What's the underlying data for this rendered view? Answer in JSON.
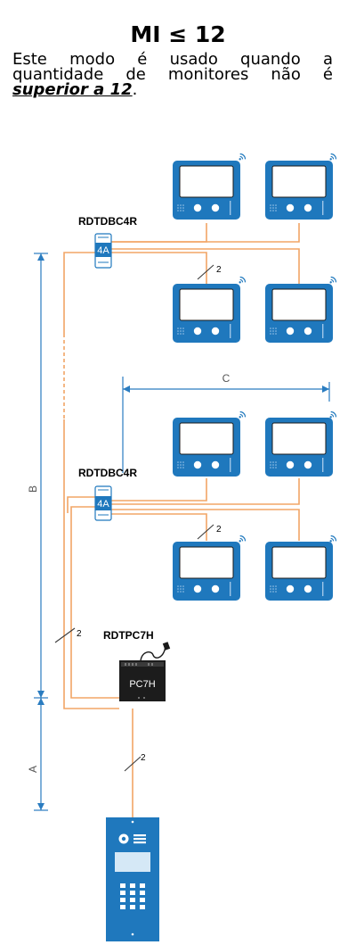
{
  "heading": "MI ≤ 12",
  "intro": {
    "text": "Este modo é usado quando a quantidade de monitores não é ",
    "emphasis": "superior a 12",
    "end": "."
  },
  "labels": {
    "distributor_top": "RDTDBC4R",
    "distributor_bottom": "RDTDBC4R",
    "distributor_badge": "4A",
    "power_supply": "RDTPC7H",
    "power_supply_badge": "PC7H",
    "wire_count": "2",
    "dim_a": "A",
    "dim_b": "B",
    "dim_c": "C"
  },
  "colors": {
    "wire": "#f2a566",
    "device_blue": "#1f78bd",
    "screen_border": "#1a1a1a",
    "dimension_line": "#2a7cc0",
    "psu_body": "#1c1c1c"
  }
}
